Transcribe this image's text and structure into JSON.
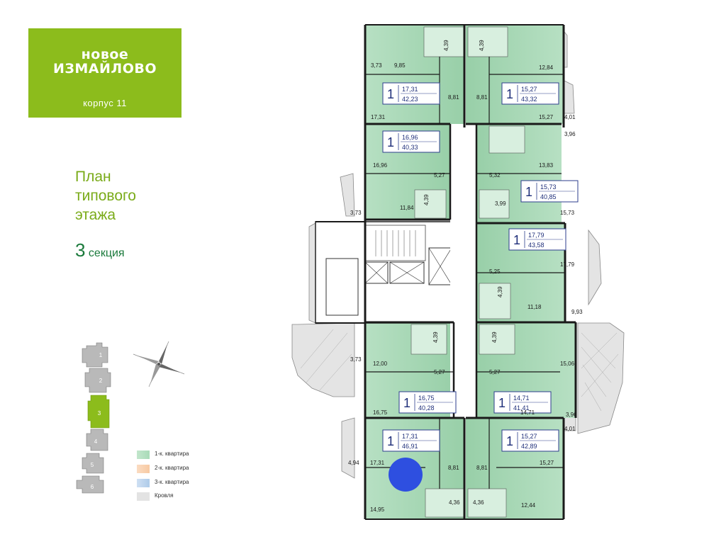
{
  "logo": {
    "line1": "новое",
    "line2": "ИЗМАЙЛОВО",
    "line3": "корпус 11"
  },
  "plan_title": {
    "line1": "План",
    "line2": "типового",
    "line3": "этажа"
  },
  "section": {
    "number": "3",
    "label": "секция"
  },
  "legend": [
    {
      "label": "1-к. квартира",
      "color": "#a9dbb8"
    },
    {
      "label": "2-к. квартира",
      "color": "#f7c9a2"
    },
    {
      "label": "3-к. квартира",
      "color": "#aecbe9"
    },
    {
      "label": "Кровля",
      "color": "#e0e0e0"
    }
  ],
  "key_plan": {
    "sections": [
      "1",
      "2",
      "3",
      "4",
      "5",
      "6"
    ],
    "active": "3"
  },
  "colors": {
    "apartment": "#a6d5b4",
    "apartment_light": "#d6eedc",
    "wall": "#1a1a1a",
    "accent": "#8cbc1c",
    "marker": "#2e4fe0"
  },
  "apartments": [
    {
      "rooms": "1",
      "living": "17,31",
      "total": "42,23"
    },
    {
      "rooms": "1",
      "living": "15,27",
      "total": "43,32"
    },
    {
      "rooms": "1",
      "living": "16,96",
      "total": "40,33"
    },
    {
      "rooms": "1",
      "living": "15,73",
      "total": "40,85"
    },
    {
      "rooms": "1",
      "living": "17,79",
      "total": "43,58"
    },
    {
      "rooms": "1",
      "living": "16,75",
      "total": "40,28"
    },
    {
      "rooms": "1",
      "living": "14,71",
      "total": "41,41"
    },
    {
      "rooms": "1",
      "living": "17,31",
      "total": "46,91"
    },
    {
      "rooms": "1",
      "living": "15,27",
      "total": "42,89"
    }
  ],
  "room_areas": [
    "9,85",
    "3,73",
    "4,39",
    "4,39",
    "12,84",
    "8,81",
    "8,81",
    "17,31",
    "15,27",
    "4,01",
    "3,96",
    "16,96",
    "13,83",
    "5,27",
    "5,32",
    "11,84",
    "3,73",
    "4,39",
    "3,99",
    "15,73",
    "17,79",
    "5,25",
    "4,39",
    "11,18",
    "9,93",
    "3,73",
    "12,00",
    "4,39",
    "4,39",
    "15,06",
    "5,27",
    "5,27",
    "16,75",
    "14,71",
    "3,96",
    "4,01",
    "4,94",
    "17,31",
    "8,81",
    "8,81",
    "15,27",
    "4,36",
    "4,36",
    "14,95",
    "12,44"
  ]
}
